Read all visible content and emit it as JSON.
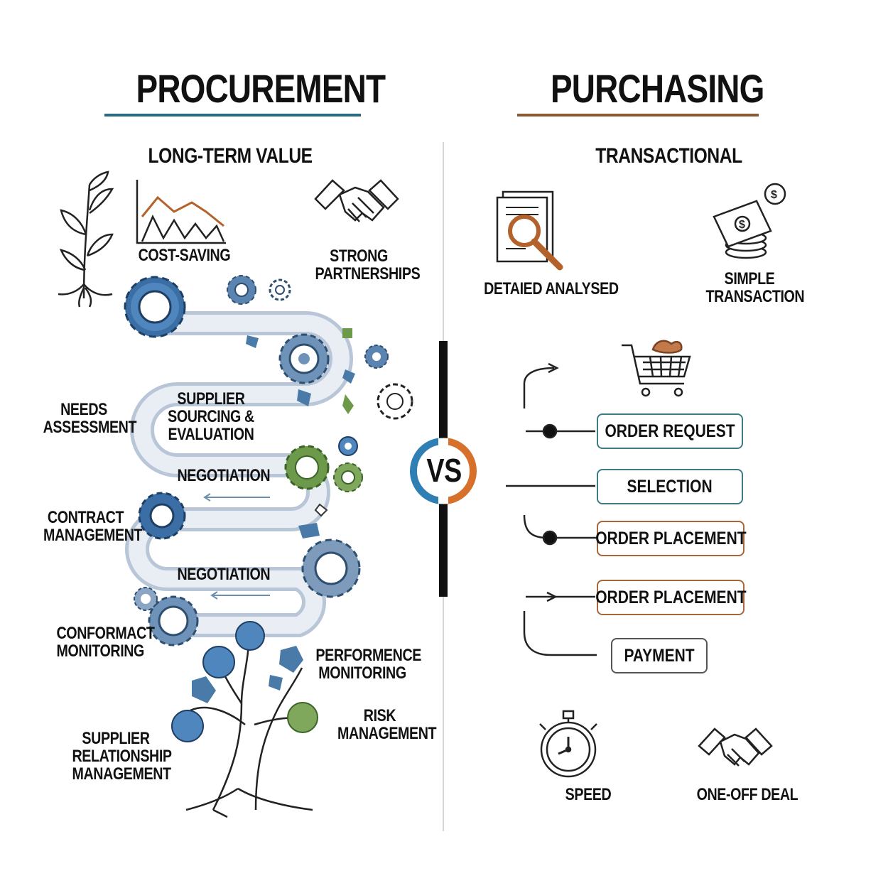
{
  "left": {
    "title": "PROCUREMENT",
    "subtitle": "LONG-TERM VALUE",
    "items": {
      "cost_saving": "COST-SAVING",
      "strong_1": "STRONG",
      "strong_2": "PARTNERSHIPS",
      "needs_1": "NEEDS",
      "needs_2": "ASSESSMENT",
      "supplier_1": "SUPPLIER",
      "supplier_2": "SOURCING &",
      "supplier_3": "EVALUATION",
      "negotiation_1": "NEGOTIATION",
      "contract_1": "CONTRACT",
      "contract_2": "MANAGEMENT",
      "negotiation_2": "NEGOTIATION",
      "conformact_1": "CONFORMACT",
      "conformact_2": "MONITORING",
      "perf_1": "PERFORMENCE",
      "perf_2": "MONITORING",
      "risk_1": "RISK",
      "risk_2": "MANAGEMENT",
      "srm_1": "SUPPLIER",
      "srm_2": "RELATIONSHIP",
      "srm_3": "MANAGEMENT"
    },
    "accent_color": "#2b6a80"
  },
  "center": {
    "vs_label": "VS",
    "colors": {
      "blue": "#2f7fb5",
      "orange": "#d7702a"
    }
  },
  "right": {
    "title": "PURCHASING",
    "subtitle": "TRANSACTIONAL",
    "items": {
      "detailed": "DETAIED ANALYSED",
      "simple_1": "SIMPLE",
      "simple_2": "TRANSACTION",
      "speed": "SPEED",
      "one_off": "ONE-OFF DEAL"
    },
    "steps": [
      "ORDER REQUEST",
      "SELECTION",
      "ORDER PLACEMENT",
      "ORDER PLACEMENT",
      "PAYMENT"
    ],
    "accent_color": "#8a5a35"
  }
}
